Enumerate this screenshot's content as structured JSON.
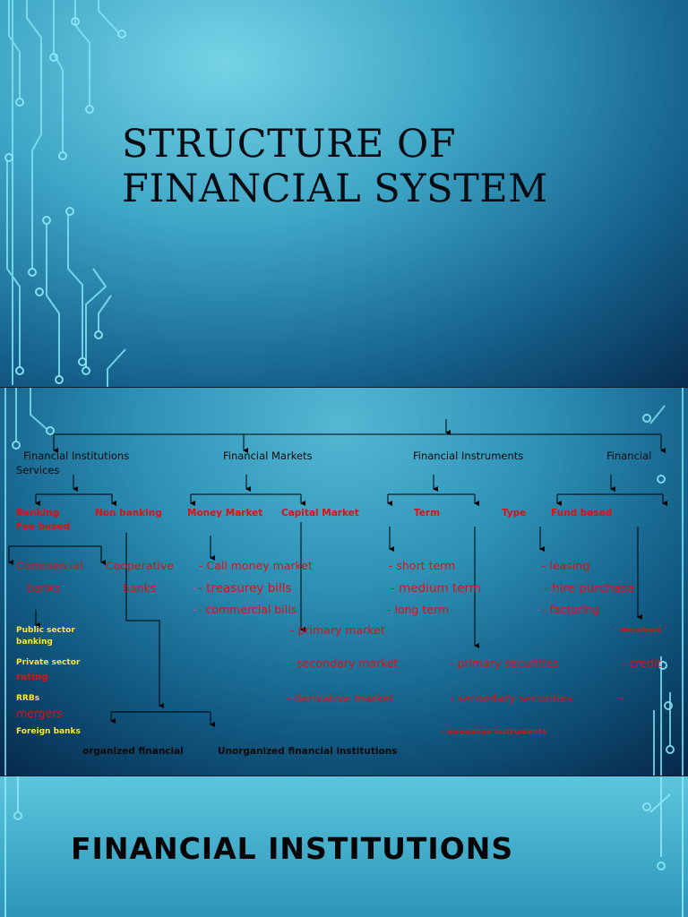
{
  "slide1": {
    "title_line1": "STRUCTURE OF",
    "title_line2": "FINANCIAL SYSTEM"
  },
  "slide2": {
    "headers": {
      "institutions": "Financial Institutions",
      "markets": "Financial Markets",
      "instruments": "Financial Instruments",
      "services": "Financial",
      "services_cont": "Services"
    },
    "level2": {
      "banking": "Banking",
      "non_banking": "Non banking",
      "money_market": "Money Market",
      "capital_market": "Capital Market",
      "term": "Term",
      "type": "Type",
      "fund_based": "Fund based",
      "fee_based": "Fee based"
    },
    "level3": {
      "commercial": "Commercial",
      "cooperative": "Cooperative",
      "banks_1": "banks",
      "banks_2": "banks",
      "call_money": "- Call money market",
      "treasury": "- treasurey bills",
      "commercial_bills": "- commercial bills",
      "short_term": "- short term",
      "medium_term": "- medium term",
      "long_term": "- long term",
      "leasing": "- leasing",
      "hire_purchase": "- hire purchase",
      "factoring": "- factoring"
    },
    "level4": {
      "public_sector": "Public sector",
      "banking": "banking",
      "private_sector": "Private sector",
      "rrbs": "RRBs",
      "foreign_banks": "Foreign banks",
      "primary_market": "- primary market",
      "secondary_market": "- secondary market",
      "derivative_market": "- derivative market",
      "primary_securities": "- primary securities",
      "secondary_securities": "- secondary securities",
      "innovative": "- innovative instruments",
      "merchant": "- merchant",
      "credit": "- credit",
      "rating": "rating",
      "dash": "-",
      "mergers": "mergers",
      "organized": "organized financial",
      "unorganized": "Unorganized financial institutions"
    }
  },
  "slide3": {
    "title": "FINANCIAL INSTITUTIONS"
  }
}
